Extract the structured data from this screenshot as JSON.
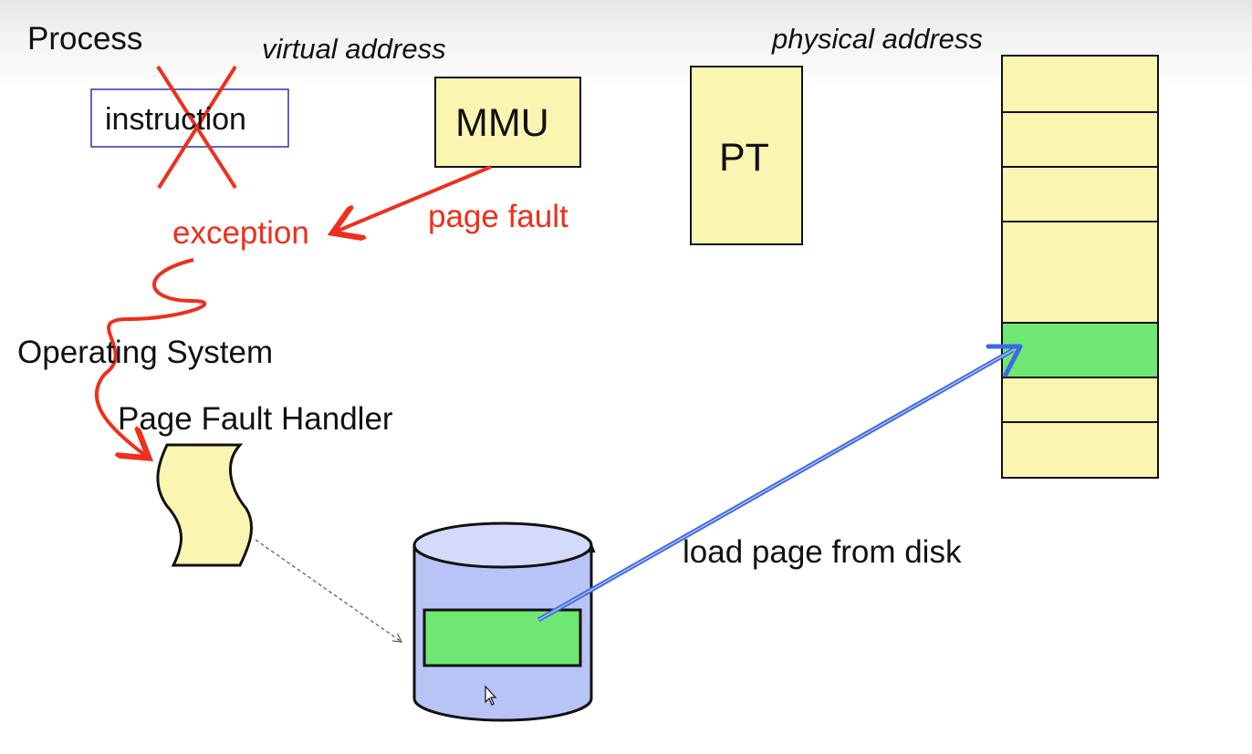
{
  "labels": {
    "process": "Process",
    "virtual_address": "virtual address",
    "physical_address": "physical address",
    "instruction": "instruction",
    "mmu": "MMU",
    "pt": "PT",
    "exception": "exception",
    "page_fault": "page fault",
    "operating_system": "Operating System",
    "page_fault_handler": "Page Fault Handler",
    "load_page_from_disk": "load page from disk"
  },
  "colors": {
    "box_fill": "#fbf5b2",
    "memory_loaded_fill": "#6ee872",
    "disk_body": "#b8c4f6",
    "disk_top": "#d3dafa",
    "exception_red": "#ee2f1c",
    "load_arrow_blue": "#3b67e8",
    "instruction_border": "#2a33a8"
  },
  "memory": {
    "frame_count": 7,
    "loaded_frame_index": 4
  }
}
